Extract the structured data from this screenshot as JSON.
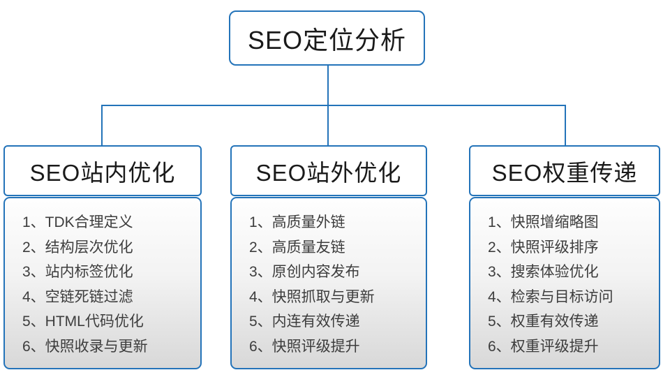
{
  "diagram": {
    "accent_color": "#2373B9",
    "root": {
      "title": "SEO定位分析"
    },
    "branches": [
      {
        "title": "SEO站内优化",
        "items": [
          "1、TDK合理定义",
          "2、结构层次优化",
          "3、站内标签优化",
          "4、空链死链过滤",
          "5、HTML代码优化",
          "6、快照收录与更新"
        ]
      },
      {
        "title": "SEO站外优化",
        "items": [
          "1、高质量外链",
          "2、高质量友链",
          "3、原创内容发布",
          "4、快照抓取与更新",
          "5、内连有效传递",
          "6、快照评级提升"
        ]
      },
      {
        "title": "SEO权重传递",
        "items": [
          "1、快照增缩略图",
          "2、快照评级排序",
          "3、搜索体验优化",
          "4、检索与目标访问",
          "5、权重有效传递",
          "6、权重评级提升"
        ]
      }
    ]
  }
}
